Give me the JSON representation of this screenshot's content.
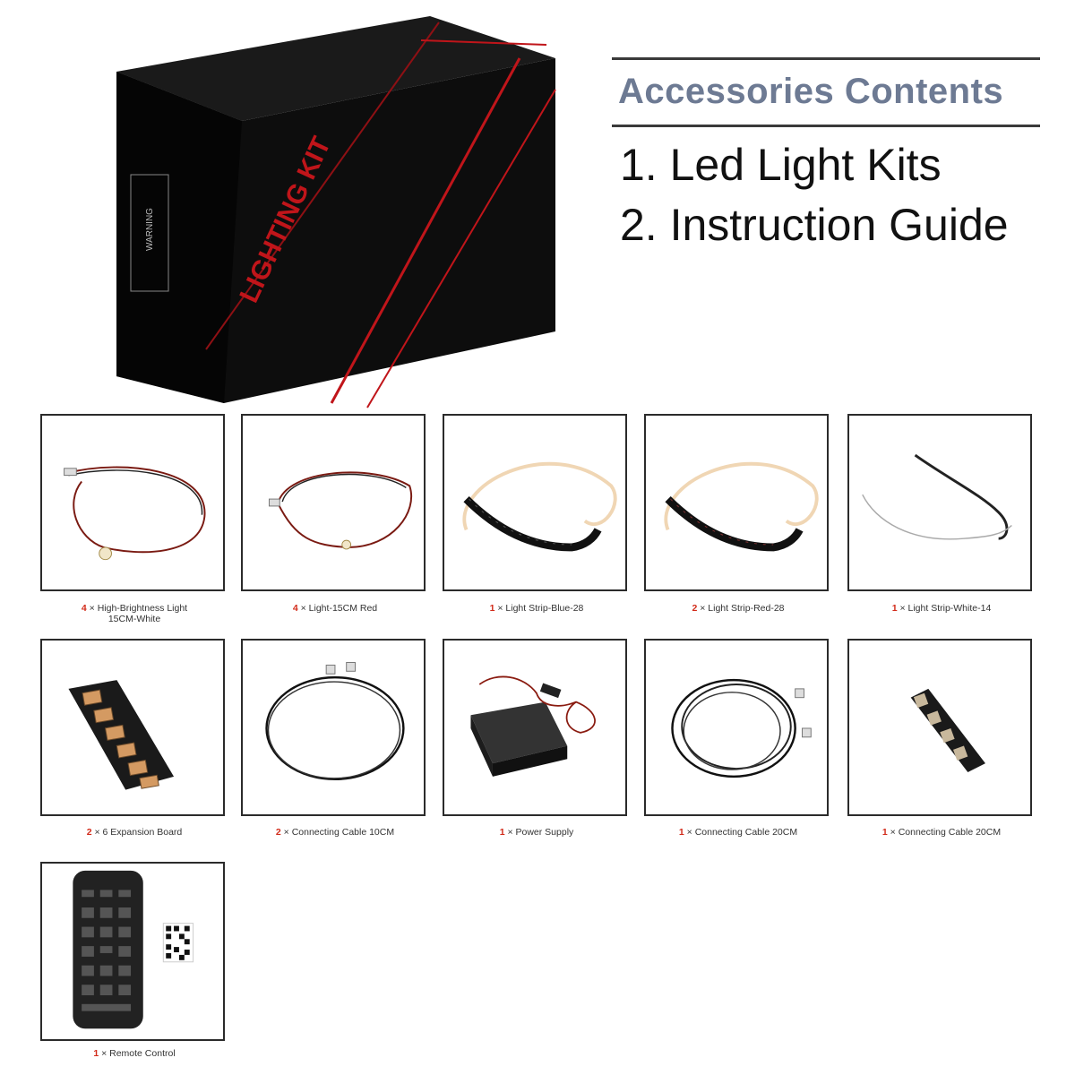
{
  "box": {
    "brand_label": "LIGHTING KIT",
    "warning_label": "WARNING",
    "colors": {
      "box": "#111111",
      "accent": "#c0151a"
    }
  },
  "header": {
    "title": "Accessories Contents",
    "items": [
      "1. Led Light Kits",
      "2. Instruction Guide"
    ]
  },
  "products": [
    {
      "qty": "4",
      "label": "× High-Brightness Light",
      "label2": "15CM-White",
      "icon": "cable-light-icon"
    },
    {
      "qty": "4",
      "label": "× Light-15CM Red",
      "label2": "",
      "icon": "cable-light-icon"
    },
    {
      "qty": "1",
      "label": "× Light Strip-Blue-28",
      "label2": "",
      "icon": "light-strip-icon"
    },
    {
      "qty": "2",
      "label": "× Light Strip-Red-28",
      "label2": "",
      "icon": "light-strip-icon"
    },
    {
      "qty": "1",
      "label": "× Light Strip-White-14",
      "label2": "",
      "icon": "thin-strip-icon"
    },
    {
      "qty": "2",
      "label": "× 6 Expansion Board",
      "label2": "",
      "icon": "expansion-board-icon"
    },
    {
      "qty": "2",
      "label": "× Connecting Cable 10CM",
      "label2": "",
      "icon": "cable-loop-icon"
    },
    {
      "qty": "1",
      "label": "× Power Supply",
      "label2": "",
      "icon": "battery-box-icon"
    },
    {
      "qty": "1",
      "label": "× Connecting Cable 20CM",
      "label2": "",
      "icon": "cable-loop-icon"
    },
    {
      "qty": "1",
      "label": "× Connecting Cable 20CM",
      "label2": "",
      "icon": "small-board-icon"
    },
    {
      "qty": "1",
      "label": "× Remote Control",
      "label2": "",
      "icon": "remote-control-icon"
    }
  ]
}
